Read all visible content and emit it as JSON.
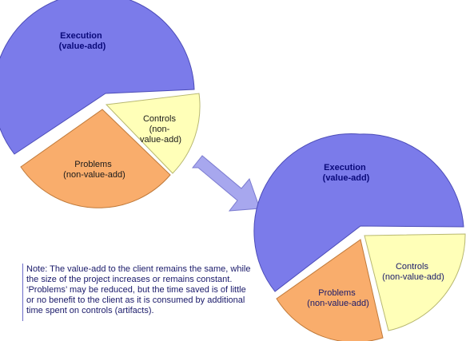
{
  "colors": {
    "execution": "#7b7bea",
    "execution_stroke": "#4c4cb8",
    "problems": "#f9ad6c",
    "problems_stroke": "#c07a3a",
    "controls": "#ffffb8",
    "controls_stroke": "#b8b870",
    "arrow": "#a7a7ee",
    "arrow_stroke": "#7b7bd0",
    "note_text": "#1a1a6a"
  },
  "chart_data": [
    {
      "type": "pie",
      "title": "",
      "slices": [
        {
          "label_lines": [
            "Execution",
            "(value-add)"
          ],
          "category": "execution"
        },
        {
          "label_lines": [
            "Problems",
            "(non-value-add)"
          ],
          "category": "problems"
        },
        {
          "label_lines": [
            "Controls",
            "(non-",
            "value-add)"
          ],
          "category": "controls"
        }
      ]
    },
    {
      "type": "pie",
      "title": "",
      "slices": [
        {
          "label_lines": [
            "Execution",
            "(value-add)"
          ],
          "category": "execution"
        },
        {
          "label_lines": [
            "Problems",
            "(non-value-add)"
          ],
          "category": "problems"
        },
        {
          "label_lines": [
            "Controls",
            "(non-value-add)"
          ],
          "category": "controls"
        }
      ]
    }
  ],
  "arrow": {
    "icon": "right-down-arrow-icon"
  },
  "note": {
    "lines": [
      "Note: The value-add to the client remains the same, while",
      "the size of the project increases or remains constant.",
      "‘Problems’ may be reduced, but the time saved is of little",
      "or no benefit to the client as it is consumed by additional",
      "time spent on controls (artifacts)."
    ]
  }
}
